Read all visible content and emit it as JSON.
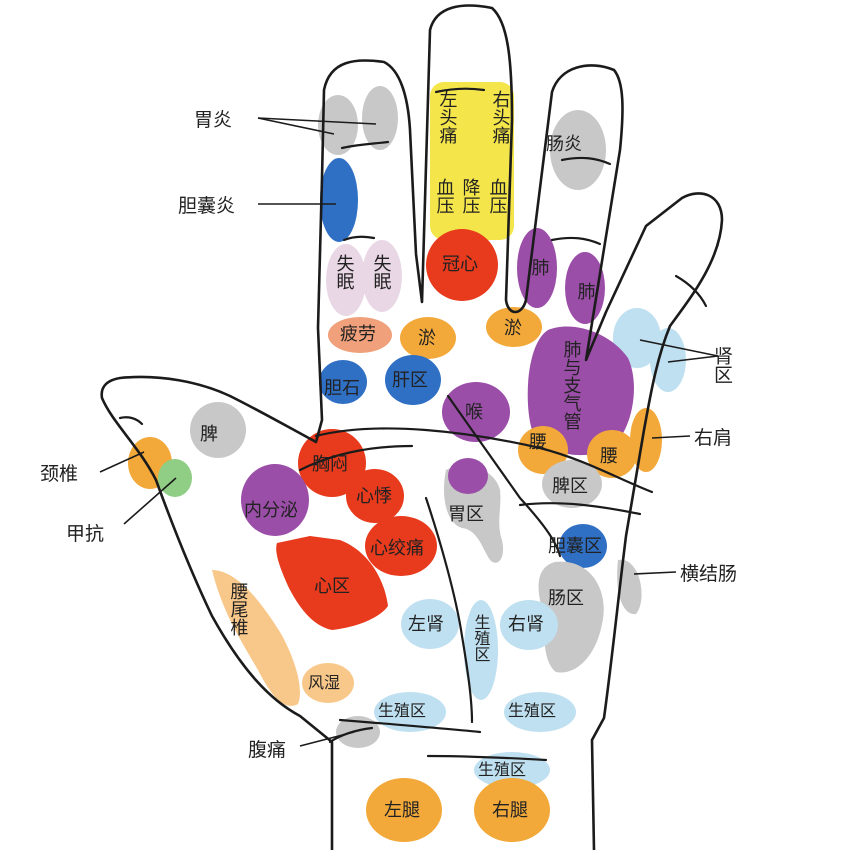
{
  "colors": {
    "gray": "#c8c8c8",
    "blue": "#2f6fc4",
    "lightblue": "#bfe0f0",
    "yellow": "#f4e64a",
    "red": "#e83a1c",
    "orange": "#f2a93a",
    "purple": "#9b4ea8",
    "pink": "#ead7e6",
    "salmon": "#f0a07a",
    "green": "#8fce84",
    "peach": "#f8c88a"
  },
  "outer_labels": {
    "weiyan": "胃炎",
    "dannangyan_left": "胆囊炎",
    "jingzhui": "颈椎",
    "jiakang": "甲抗",
    "futong": "腹痛",
    "shenqu_right": "肾区",
    "youjian": "右肩",
    "hengjiechang": "横结肠"
  },
  "zones": {
    "zuo_toutong": "左头痛",
    "you_toutong": "右头痛",
    "xueya_l": "血压",
    "jiang_ya": "降压",
    "xueya_r": "血压",
    "changyan": "肠炎",
    "shimian_1": "失眠",
    "shimian_2": "失眠",
    "guanxin": "冠心",
    "fei_1": "肺",
    "fei_2": "肺",
    "pilao": "疲劳",
    "yu_1": "淤",
    "yu_2": "淤",
    "danshi": "胆石",
    "ganqu": "肝区",
    "feiyu_zhiqiguan": "肺与支气管",
    "pi": "脾",
    "hou": "喉",
    "xiongmen": "胸闷",
    "neifenmi": "内分泌",
    "xinji": "心悸",
    "xinjiaotong": "心绞痛",
    "xinqu": "心区",
    "weiqu": "胃区",
    "yao_1": "腰",
    "yao_2": "腰",
    "piqu": "脾区",
    "dannangqu": "胆囊区",
    "changqu": "肠区",
    "zuoshen": "左肾",
    "youshen": "右肾",
    "shengzhi_mid": "生殖区",
    "yao_wei_zhui": "腰尾椎",
    "fengshi": "风湿",
    "shengzhiqu_1": "生殖区",
    "shengzhiqu_2": "生殖区",
    "shengzhiqu_3": "生殖区",
    "zuotui": "左腿",
    "youtui": "右腿"
  }
}
